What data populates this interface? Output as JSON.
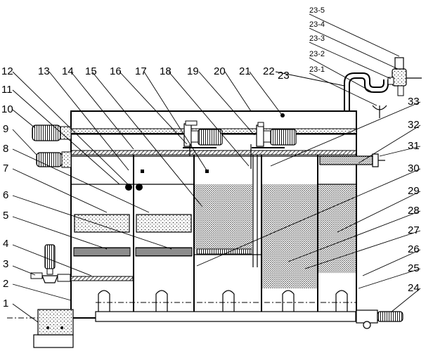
{
  "labels": {
    "l1": "1",
    "l2": "2",
    "l3": "3",
    "l4": "4",
    "l5": "5",
    "l6": "6",
    "l7": "7",
    "l8": "8",
    "l9": "9",
    "l10": "10",
    "l11": "11",
    "l12": "12",
    "l13": "13",
    "l14": "14",
    "l15": "15",
    "l16": "16",
    "l17": "17",
    "l18": "18",
    "l19": "19",
    "l20": "20",
    "l21": "21",
    "l22": "22",
    "l23": "23",
    "l24": "24",
    "l25": "25",
    "l26": "26",
    "l27": "27",
    "l28": "28",
    "l29": "29",
    "l30": "30",
    "l31": "31",
    "l32": "32",
    "l33": "33",
    "l23_1": "23-1",
    "l23_2": "23-2",
    "l23_3": "23-3",
    "l23_4": "23-4",
    "l23_5": "23-5"
  }
}
